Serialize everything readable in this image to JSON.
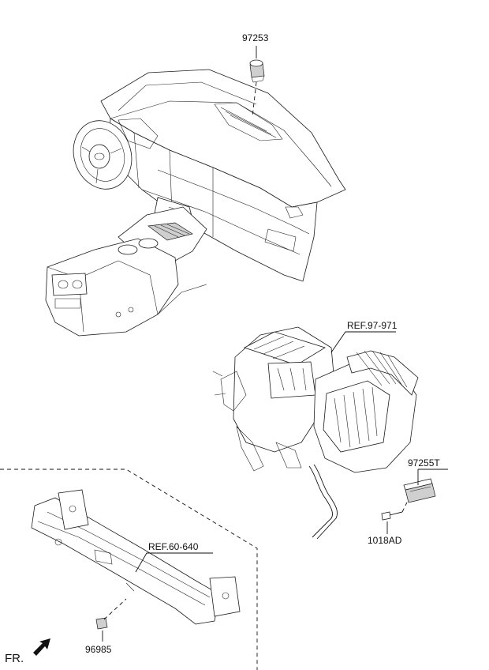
{
  "callouts": {
    "part_97253": "97253",
    "ref_97_971": "REF.97-971",
    "part_97255T": "97255T",
    "part_1018AD": "1018AD",
    "ref_60_640": "REF.60-640",
    "part_96985": "96985"
  },
  "orientation": {
    "front_label": "FR."
  },
  "colors": {
    "line": "#111111",
    "shaded_part": "#cfcfcf",
    "background": "#ffffff"
  }
}
